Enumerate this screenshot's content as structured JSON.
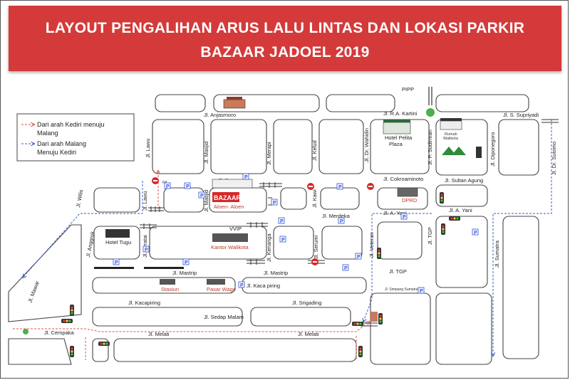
{
  "title": {
    "line1": "LAYOUT PENGALIHAN ARUS LALU LINTAS DAN LOKASI PARKIR",
    "line2": "BAZAAR JADOEL 2019"
  },
  "legend": {
    "red_line1": "Dari arah Kediri menuju",
    "red_line2": "Malang",
    "blue_line1": "Dari arah Malang",
    "blue_line2": "Menuju Kediri",
    "red_color": "#d9534f",
    "blue_color": "#3a5fcd"
  },
  "streets": {
    "anjasmoro": "Jl. Anjasmoro",
    "rakartini": "Jl. R.A. Kartini",
    "ssupriyadi": "Jl. S. Supriyadi",
    "lawu": "Jl. Lawu",
    "masjid1": "Jl. Masjid",
    "merapi": "Jl. Merapi",
    "kelud": "Jl. Kelud",
    "drwahidin": "Jl. Dr. Wahidin",
    "psudirman": "Jl. P. Sudirman",
    "diponegoro": "Jl. Diponegoro",
    "drsutomo": "Jl. Dr. Sutomo",
    "semeru": "Jl. Semeru",
    "cokroaminoto": "Jl. Cokroaminoto",
    "sultanagung": "Jl. Sultan Agung",
    "wilis": "Jl. Wilis",
    "lawu2": "Jl. Lawu",
    "masjid2": "Jl. Masjid",
    "kawi": "Jl. Kawi",
    "merdeka": "Jl. Merdeka",
    "ayani1": "Jl. A. Yani",
    "ayani2": "Jl. A. Yani",
    "anggrek": "Jl. Anggrek",
    "teratai": "Jl. Teratai",
    "kenanga": "Jl. Kenanga",
    "serumi": "Jl. Serumi",
    "veteran": "Jl. Veteran",
    "tgp1": "Jl. TGP",
    "tgp2": "Jl. TGP",
    "sumatra": "Jl. Sumatra",
    "mastrip1": "Jl. Mastrip",
    "mastrip2": "Jl. Mastrip",
    "mawar": "Jl. Mawar",
    "kacapiring1": "Jl. Kaca piring",
    "kacapiring2": "Jl. Kacapiring",
    "srigading": "Jl. Srigading",
    "simpangsumatra": "Jl. Simpang Sumatra",
    "sedapmalam": "Jl. Sedap Malam",
    "cempaka": "Jl. Cempaka",
    "melati1": "Jl. Melati",
    "melati2": "Jl. Melati",
    "rk": "RK"
  },
  "places": {
    "pipp": "PIPP",
    "hotel_pelita": "Hotel Pelita",
    "plaza": "Plaza",
    "rumah_walikota_1": "Rumah",
    "rumah_walikota_2": "Walikota",
    "dprd": "DPRD",
    "bazaar": "BAZAAR",
    "aloen": "Aloen- Aloen",
    "hotel_tugu": "Hotel Tugu",
    "vvip": "VVIP",
    "kantor_walikota": "Kantor Walikota",
    "stasiun": "Stasiun",
    "pasar_wage": "Pasar Wage"
  },
  "parking_symbol": "P",
  "colors": {
    "banner": "#d43a3a",
    "road_block": "#444444",
    "parking": "#2d4fd6",
    "no_entry": "#d62828",
    "bazaar_red": "#d62828"
  }
}
